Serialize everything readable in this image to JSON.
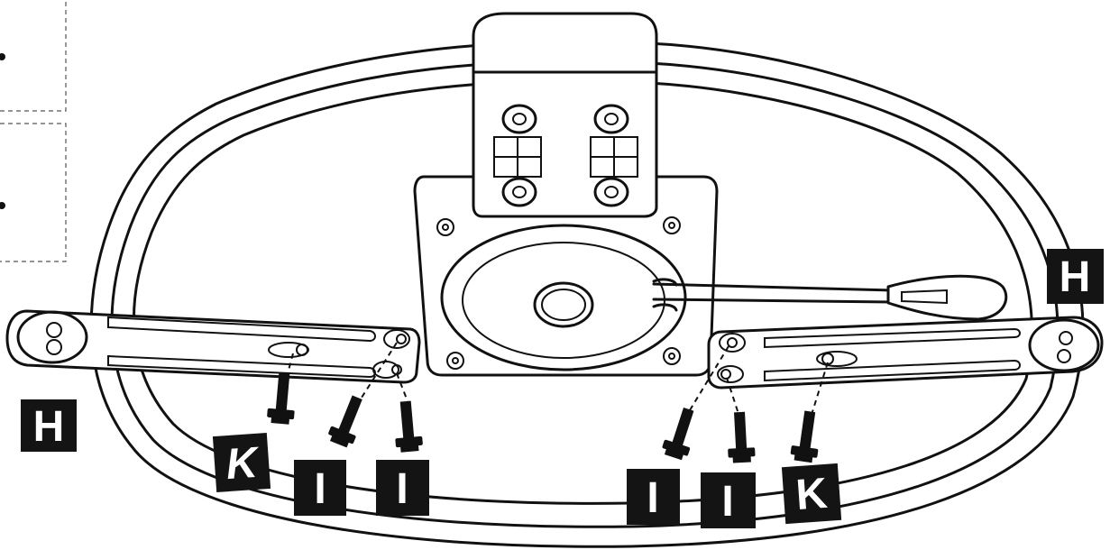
{
  "labels": {
    "h_right": "H",
    "h_left": "H",
    "k_left": "K",
    "i_left_1": "I",
    "i_left_2": "I",
    "i_right_1": "I",
    "i_right_2": "I",
    "k_right": "K"
  },
  "colors": {
    "line": "#111111",
    "label_background": "#141414",
    "label_text": "#ffffff",
    "background": "#ffffff"
  }
}
